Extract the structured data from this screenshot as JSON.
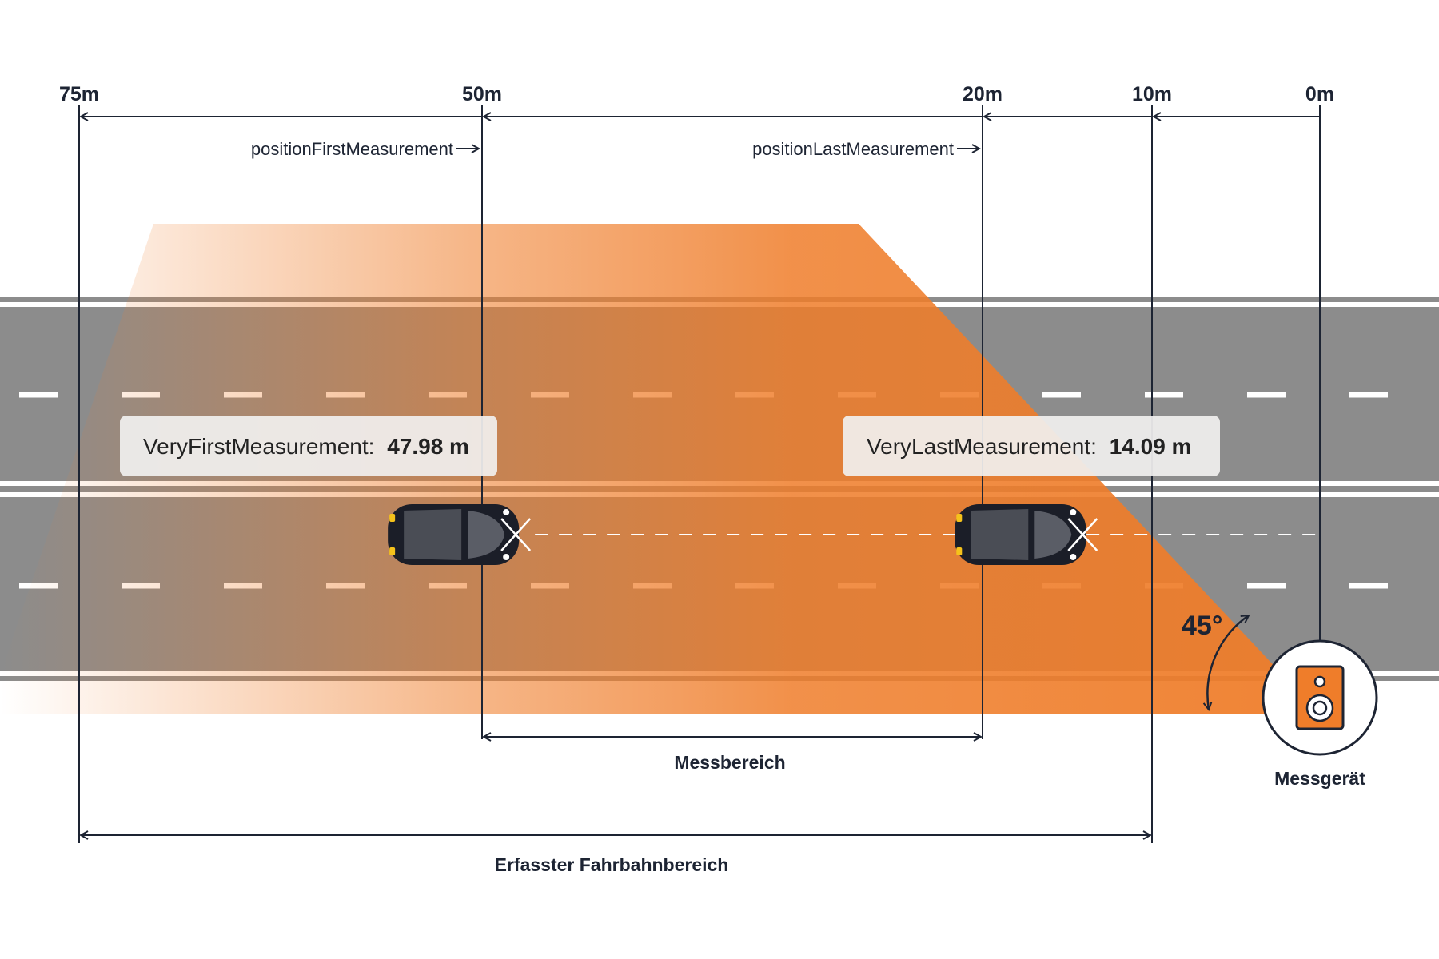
{
  "scale": {
    "ticks": [
      {
        "value": 75,
        "label": "75m"
      },
      {
        "value": 50,
        "label": "50m"
      },
      {
        "value": 20,
        "label": "20m"
      },
      {
        "value": 10,
        "label": "10m"
      },
      {
        "value": 0,
        "label": "0m"
      }
    ]
  },
  "positions": {
    "first": {
      "label": "positionFirstMeasurement",
      "value": 50
    },
    "last": {
      "label": "positionLastMeasurement",
      "value": 20
    }
  },
  "measurements": {
    "first": {
      "label": "VeryFirstMeasurement:",
      "value_text": "47.98 m",
      "value": 47.98
    },
    "last": {
      "label": "VeryLastMeasurement:",
      "value_text": "14.09 m",
      "value": 14.09
    }
  },
  "ranges": {
    "measurement_range": {
      "label": "Messbereich",
      "from": 50,
      "to": 20
    },
    "detected_road_area": {
      "label": "Erfasster Fahrbahnbereich",
      "from": 75,
      "to": 10
    }
  },
  "device": {
    "label": "Messgerät",
    "icon": "speaker-icon"
  },
  "angle": {
    "label": "45°",
    "value": 45
  },
  "colors": {
    "beam": "#ef7d2a",
    "road": "#8c8c8c",
    "ink": "#1d2433",
    "car": "#1b1e28"
  }
}
